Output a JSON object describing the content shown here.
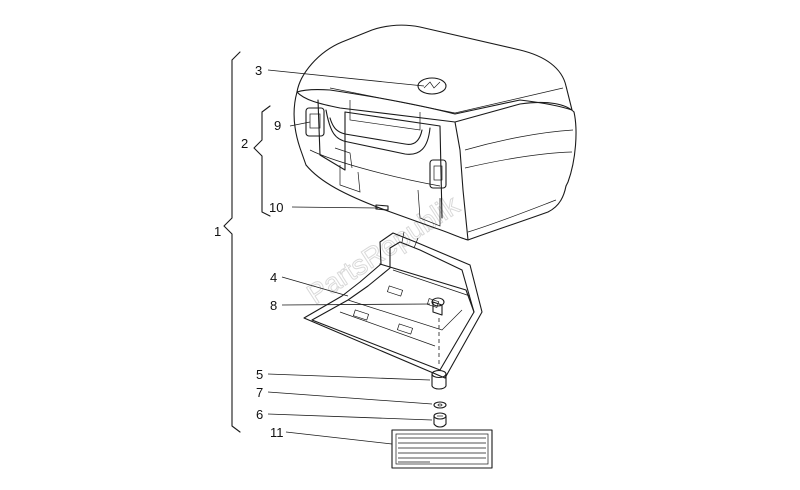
{
  "watermark": "PartsRepublik",
  "callouts": {
    "c1": "1",
    "c2": "2",
    "c3": "3",
    "c4": "4",
    "c5": "5",
    "c6": "6",
    "c7": "7",
    "c8": "8",
    "c9": "9",
    "c10": "10",
    "c11": "11"
  },
  "parts": [
    {
      "ref": "1",
      "name": "top-case-kit"
    },
    {
      "ref": "2",
      "name": "top-case"
    },
    {
      "ref": "3",
      "name": "logo-emblem"
    },
    {
      "ref": "4",
      "name": "mounting-plate"
    },
    {
      "ref": "5",
      "name": "spacer"
    },
    {
      "ref": "6",
      "name": "screw"
    },
    {
      "ref": "7",
      "name": "washer"
    },
    {
      "ref": "8",
      "name": "nut"
    },
    {
      "ref": "9",
      "name": "latch"
    },
    {
      "ref": "10",
      "name": "drain"
    },
    {
      "ref": "11",
      "name": "warning-label"
    }
  ]
}
